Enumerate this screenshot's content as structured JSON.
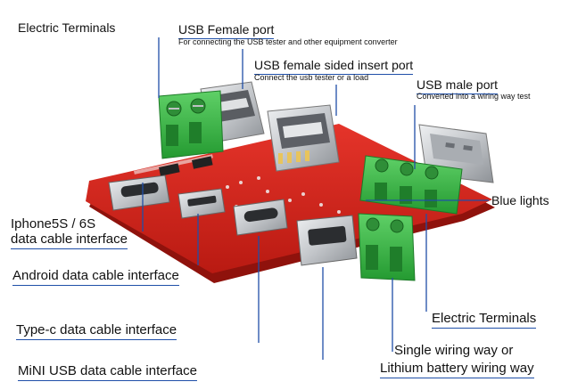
{
  "labels": {
    "electric_terminals_top": "Electric Terminals",
    "usb_female_port": "USB Female port",
    "usb_female_port_desc": "For connecting the USB tester and other equipment converter",
    "usb_female_sided": "USB female sided insert port",
    "usb_female_sided_desc": "Connect the usb tester or a load",
    "usb_male_port": "USB male port",
    "usb_male_port_desc": "Converted into a wiring way test",
    "blue_lights": "Blue lights",
    "iphone_line1": "Iphone5S / 6S",
    "iphone_line2": "data cable interface",
    "android": "Android data cable interface",
    "typec": "Type-c data cable interface",
    "mini_usb": "MiNI USB data cable interface",
    "electric_terminals_bottom": "Electric Terminals",
    "single_wiring_line1": "Single wiring way or",
    "single_wiring_line2": "Lithium battery wiring way"
  },
  "colors": {
    "board": "#d6261e",
    "board_edge": "#a8160f",
    "terminal_green": "#3fb548",
    "terminal_dark": "#238a2c",
    "metal": "#c9ccd0",
    "metal_dark": "#8d9197",
    "leader": "#1f4fa8"
  }
}
